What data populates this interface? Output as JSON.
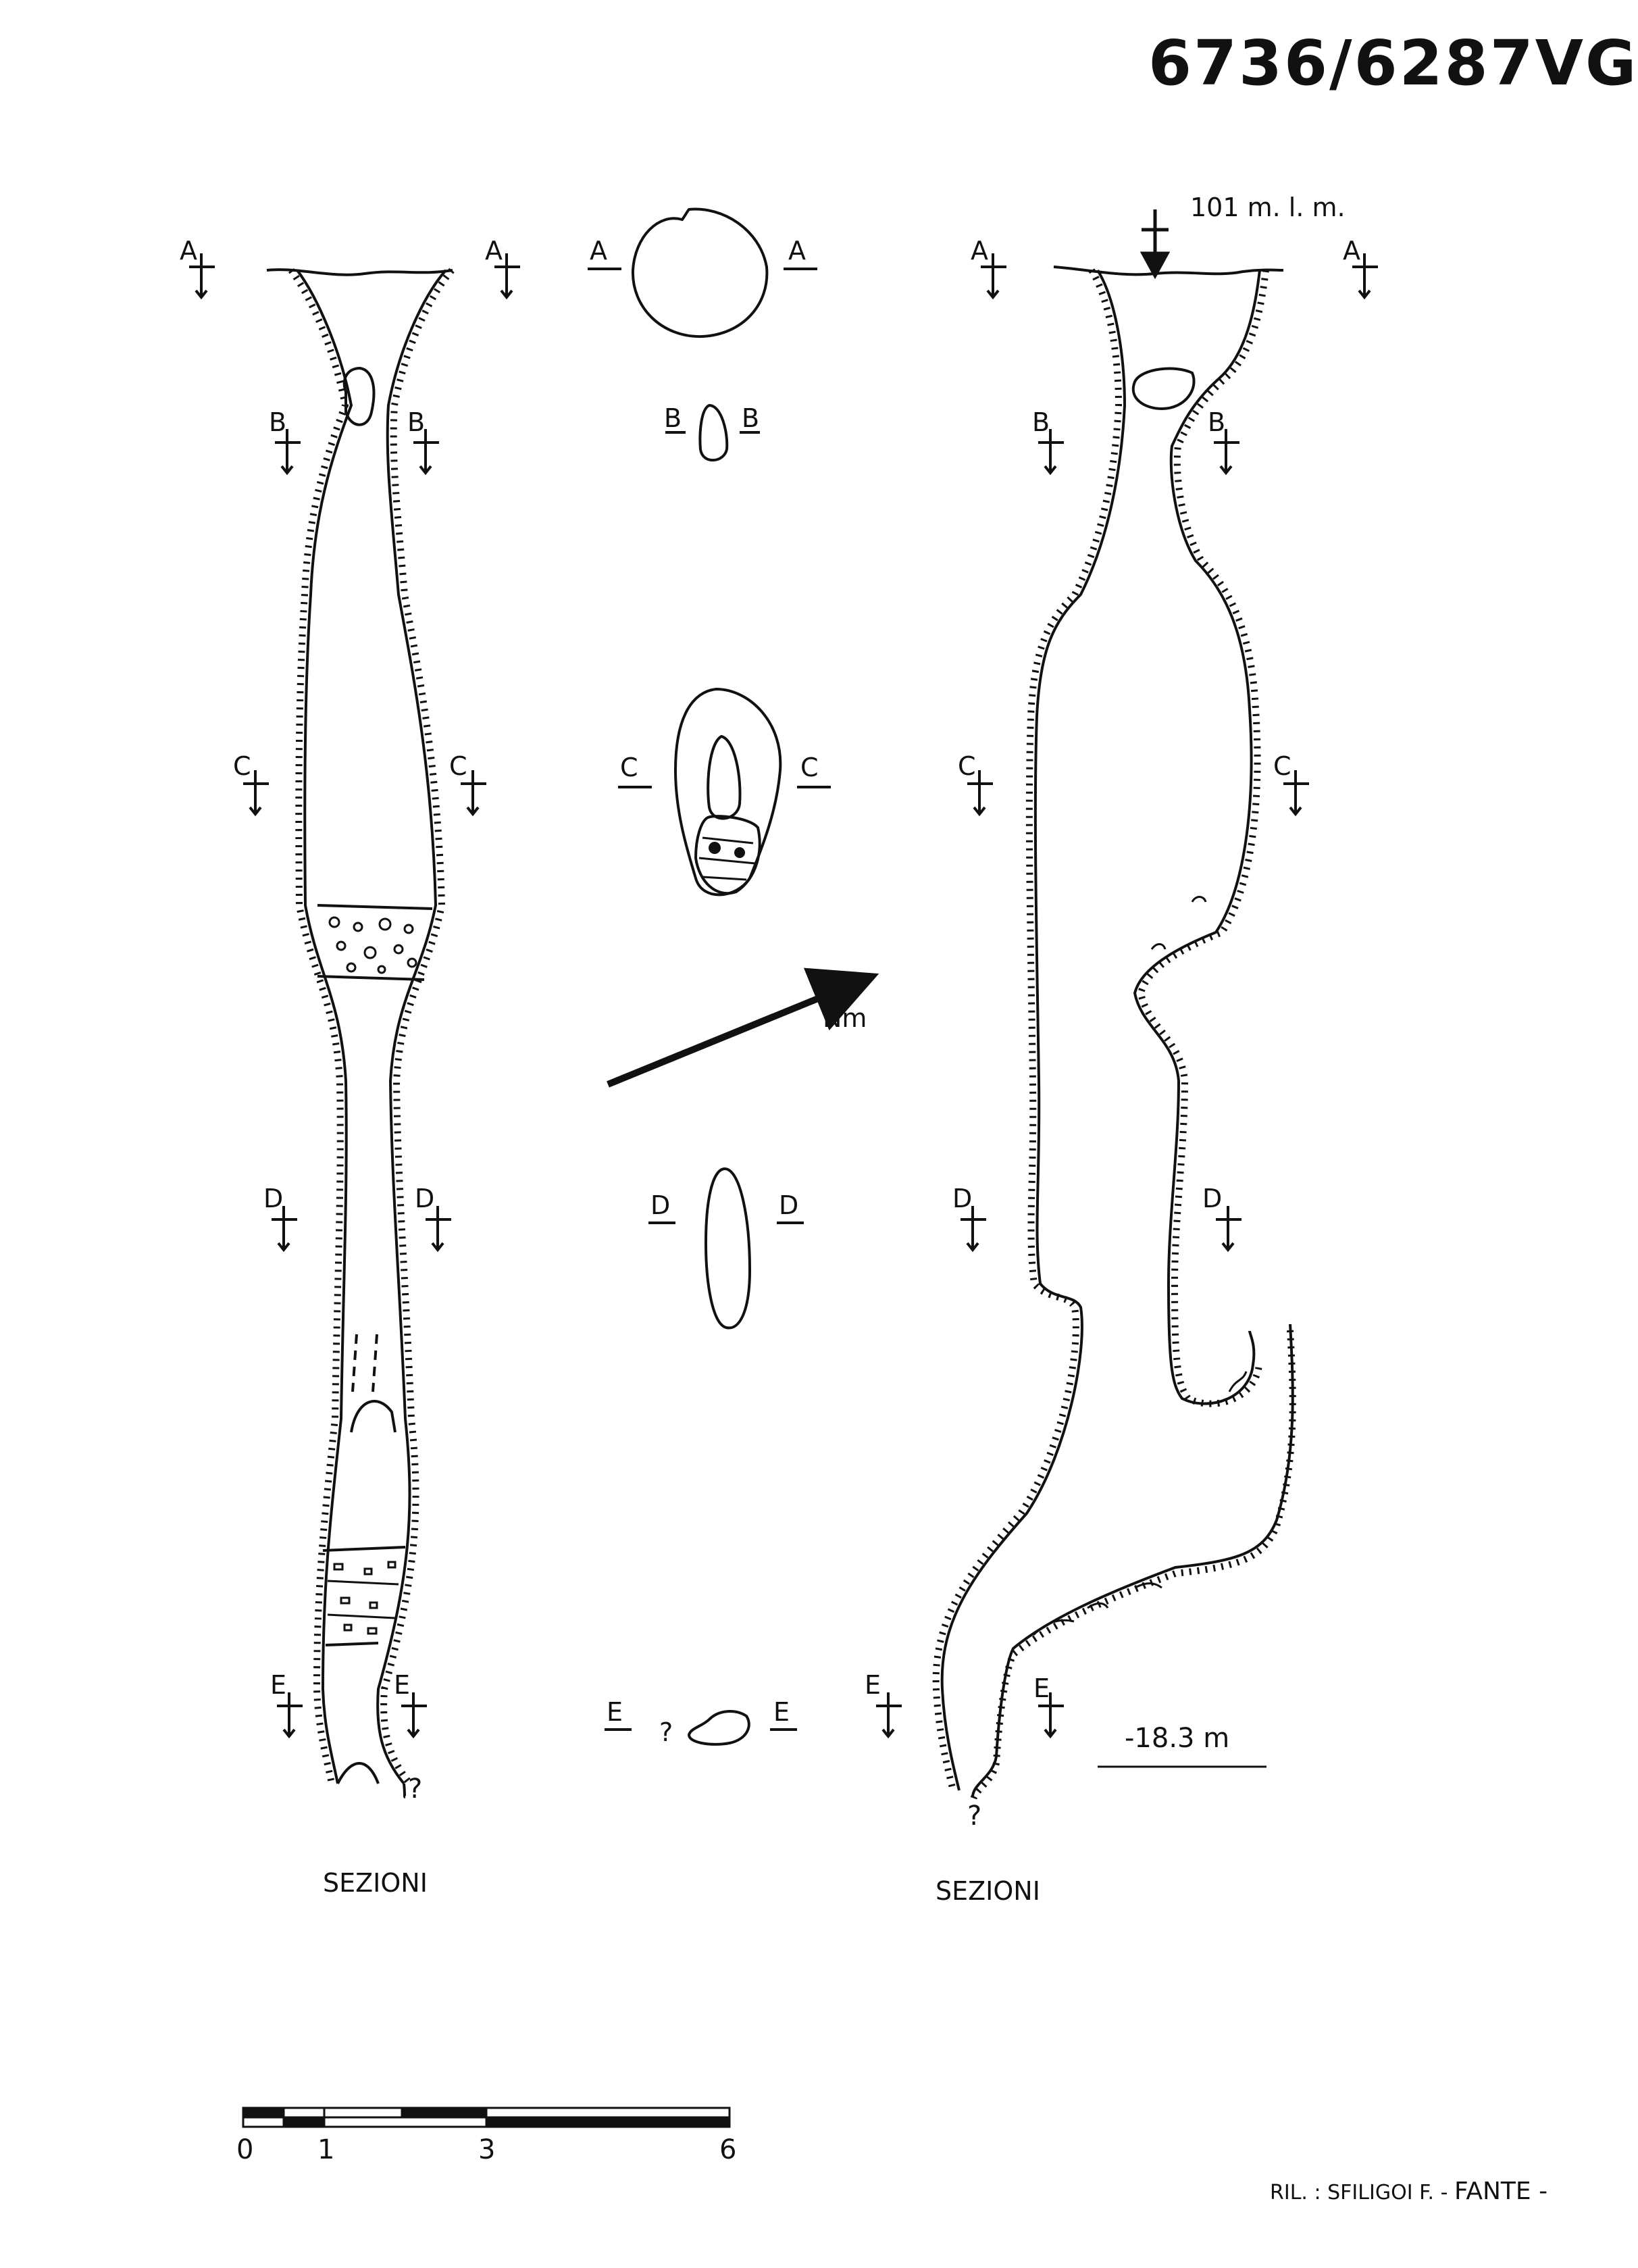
{
  "survey_code": "6736/6287VG",
  "altitude_label": "101 m. l. m.",
  "north_label": "Nm",
  "depth_label": "-18.3 m",
  "panel_captions": [
    "SEZIONI",
    "SEZIONI"
  ],
  "section_letters": [
    "A",
    "B",
    "C",
    "D",
    "E"
  ],
  "unknown_mark": "?",
  "scale_bar": {
    "ticks": [
      "0",
      "1",
      "3",
      "6"
    ]
  },
  "credit": {
    "prefix": "RIL. : SFILIGOI F. - ",
    "name": "FANTE",
    "suffix": " -"
  }
}
